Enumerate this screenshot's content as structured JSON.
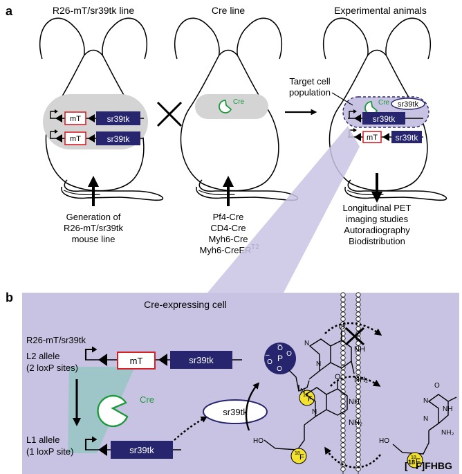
{
  "panel_a": {
    "letter": "a",
    "mouse1_title": "R26-mT/sr39tk line",
    "mouse2_title": "Cre line",
    "mouse3_title": "Experimental animals",
    "target_label_line1": "Target cell",
    "target_label_line2": "population",
    "gene_mt": "mT",
    "gene_sr39tk": "sr39tk",
    "cre_label": "Cre",
    "mouse1_caption": [
      "Generation of",
      "R26-mT/sr39tk",
      "mouse line"
    ],
    "mouse2_caption": [
      "Pf4-Cre",
      "CD4-Cre",
      "Myh6-Cre",
      "Myh6-CreER"
    ],
    "mouse2_caption_superscript": "T2",
    "mouse3_caption": [
      "Longitudinal PET",
      "imaging studies",
      "Autoradiography",
      "Biodistribution"
    ]
  },
  "panel_b": {
    "letter": "b",
    "cell_title": "Cre-expressing cell",
    "allele_name": "R26-mT/sr39tk",
    "l2_line1": "L2 allele",
    "l2_line2": "(2 loxP sites)",
    "l1_line1": "L1 allele",
    "l1_line2": "(1 loxP site)",
    "gene_mt": "mT",
    "gene_sr39tk": "sr39tk",
    "cre_label": "Cre",
    "enzyme_label": "sr39tk",
    "phosphate_p": "P",
    "phosphate_o": "O",
    "phosphate_charge": "–",
    "fluorine_mass": "18",
    "fluorine_symbol": "F",
    "nh_label": "NH",
    "nh2_label": "NH₂",
    "n_label": "N",
    "o_label": "O",
    "ho_label": "HO",
    "tracer_bracket_open": "[",
    "tracer_mass": "18",
    "tracer_rest": "F]FHBG"
  },
  "colors": {
    "navy": "#27256e",
    "lavender": "#c9c3e3",
    "gray_region": "#d4d4d4",
    "red_box": "#d42027",
    "cre_green": "#1a9a3a",
    "teal_beam": "#8fc7c0",
    "yellow_f18": "#f3e12f"
  }
}
